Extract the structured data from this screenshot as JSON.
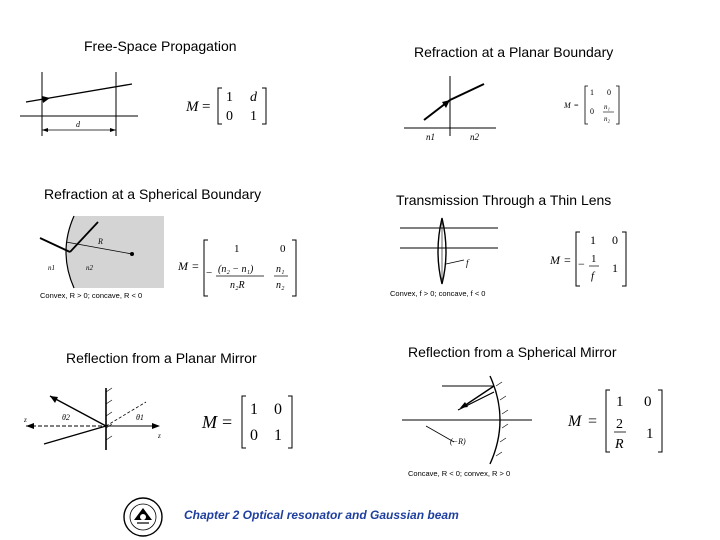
{
  "sections": {
    "free_space": {
      "title": "Free-Space Propagation",
      "diagram_label": "d",
      "matrix": {
        "lhs": "M",
        "rows": [
          [
            "1",
            "d"
          ],
          [
            "0",
            "1"
          ]
        ]
      }
    },
    "planar_boundary": {
      "title": "Refraction at a Planar Boundary",
      "medium_labels": [
        "n1",
        "n2"
      ],
      "matrix": {
        "lhs": "M",
        "rows": [
          [
            "1",
            "0"
          ],
          [
            "0",
            "n1/n2"
          ]
        ]
      }
    },
    "spherical_boundary": {
      "title": "Refraction at a Spherical Boundary",
      "medium_labels": [
        "n1",
        "n2"
      ],
      "radius_label": "R",
      "caption": "Convex, R > 0; concave, R < 0",
      "matrix": {
        "lhs": "M",
        "rows": [
          [
            "1",
            "0"
          ],
          [
            "-(n2 - n1)/(n2 R)",
            "n1/n2"
          ]
        ]
      }
    },
    "thin_lens": {
      "title": "Transmission Through a Thin Lens",
      "focal_label": "f",
      "caption": "Convex, f > 0; concave, f < 0",
      "matrix": {
        "lhs": "M",
        "rows": [
          [
            "1",
            "0"
          ],
          [
            "-1/f",
            "1"
          ]
        ]
      }
    },
    "planar_mirror": {
      "title": "Reflection from a Planar Mirror",
      "angle_labels": [
        "θ2",
        "θ1"
      ],
      "axis_label": "z",
      "matrix": {
        "lhs": "M",
        "rows": [
          [
            "1",
            "0"
          ],
          [
            "0",
            "1"
          ]
        ]
      }
    },
    "spherical_mirror": {
      "title": "Reflection from a Spherical Mirror",
      "radius_label": "(−R)",
      "caption": "Concave, R < 0; convex, R > 0",
      "matrix": {
        "lhs": "M",
        "rows": [
          [
            "1",
            "0"
          ],
          [
            "2/R",
            "1"
          ]
        ]
      }
    }
  },
  "footer": {
    "text": "Chapter 2  Optical resonator and Gaussian beam"
  },
  "colors": {
    "footer": "#1f3f9f",
    "shading": "#d4d4d4"
  },
  "icons": {
    "logo": "university-seal-logo"
  }
}
